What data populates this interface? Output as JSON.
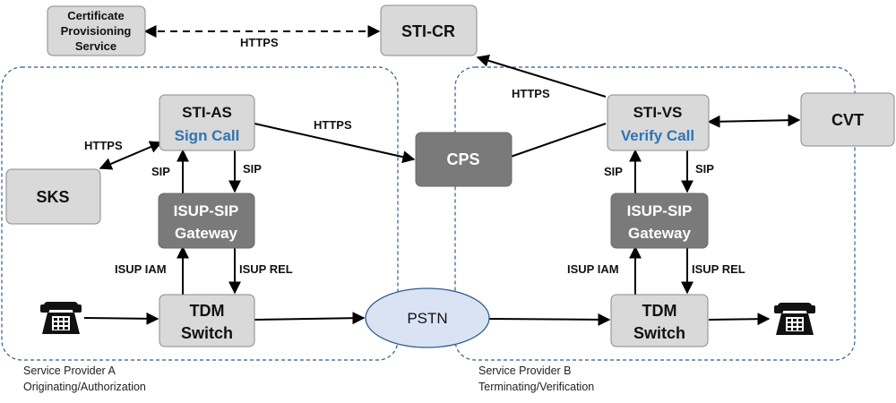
{
  "colors": {
    "light_box": "#d9d9d9",
    "dark_box": "#7a7a7a",
    "accent_text": "#2e75b6",
    "region_border": "#2e5c8a",
    "pstn_fill": "#dae3f3"
  },
  "nodes": {
    "cert_service": {
      "line1": "Certificate",
      "line2": "Provisioning",
      "line3": "Service"
    },
    "sti_cr": {
      "label": "STI-CR"
    },
    "sti_as": {
      "title": "STI-AS",
      "subtitle": "Sign Call"
    },
    "sks": {
      "label": "SKS"
    },
    "gateway_a": {
      "line1": "ISUP-SIP",
      "line2": "Gateway"
    },
    "tdm_a": {
      "line1": "TDM",
      "line2": "Switch"
    },
    "cps": {
      "label": "CPS"
    },
    "pstn": {
      "label": "PSTN"
    },
    "sti_vs": {
      "title": "STI-VS",
      "subtitle": "Verify Call"
    },
    "cvt": {
      "label": "CVT"
    },
    "gateway_b": {
      "line1": "ISUP-SIP",
      "line2": "Gateway"
    },
    "tdm_b": {
      "line1": "TDM",
      "line2": "Switch"
    }
  },
  "edge_labels": {
    "cert_to_stircr": "HTTPS",
    "sks_to_stias": "HTTPS",
    "stias_to_cps": "HTTPS",
    "stivs_to_stircr": "HTTPS",
    "sip_a_up": "SIP",
    "sip_a_down": "SIP",
    "isup_iam_a": "ISUP IAM",
    "isup_rel_a": "ISUP REL",
    "sip_b_up": "SIP",
    "sip_b_down": "SIP",
    "isup_iam_b": "ISUP IAM",
    "isup_rel_b": "ISUP REL"
  },
  "regions": {
    "provider_a": {
      "line1": "Service Provider A",
      "line2": "Originating/Authorization"
    },
    "provider_b": {
      "line1": "Service Provider B",
      "line2": "Terminating/Verification"
    }
  },
  "icons": [
    "telephone-icon",
    "telephone-icon"
  ]
}
